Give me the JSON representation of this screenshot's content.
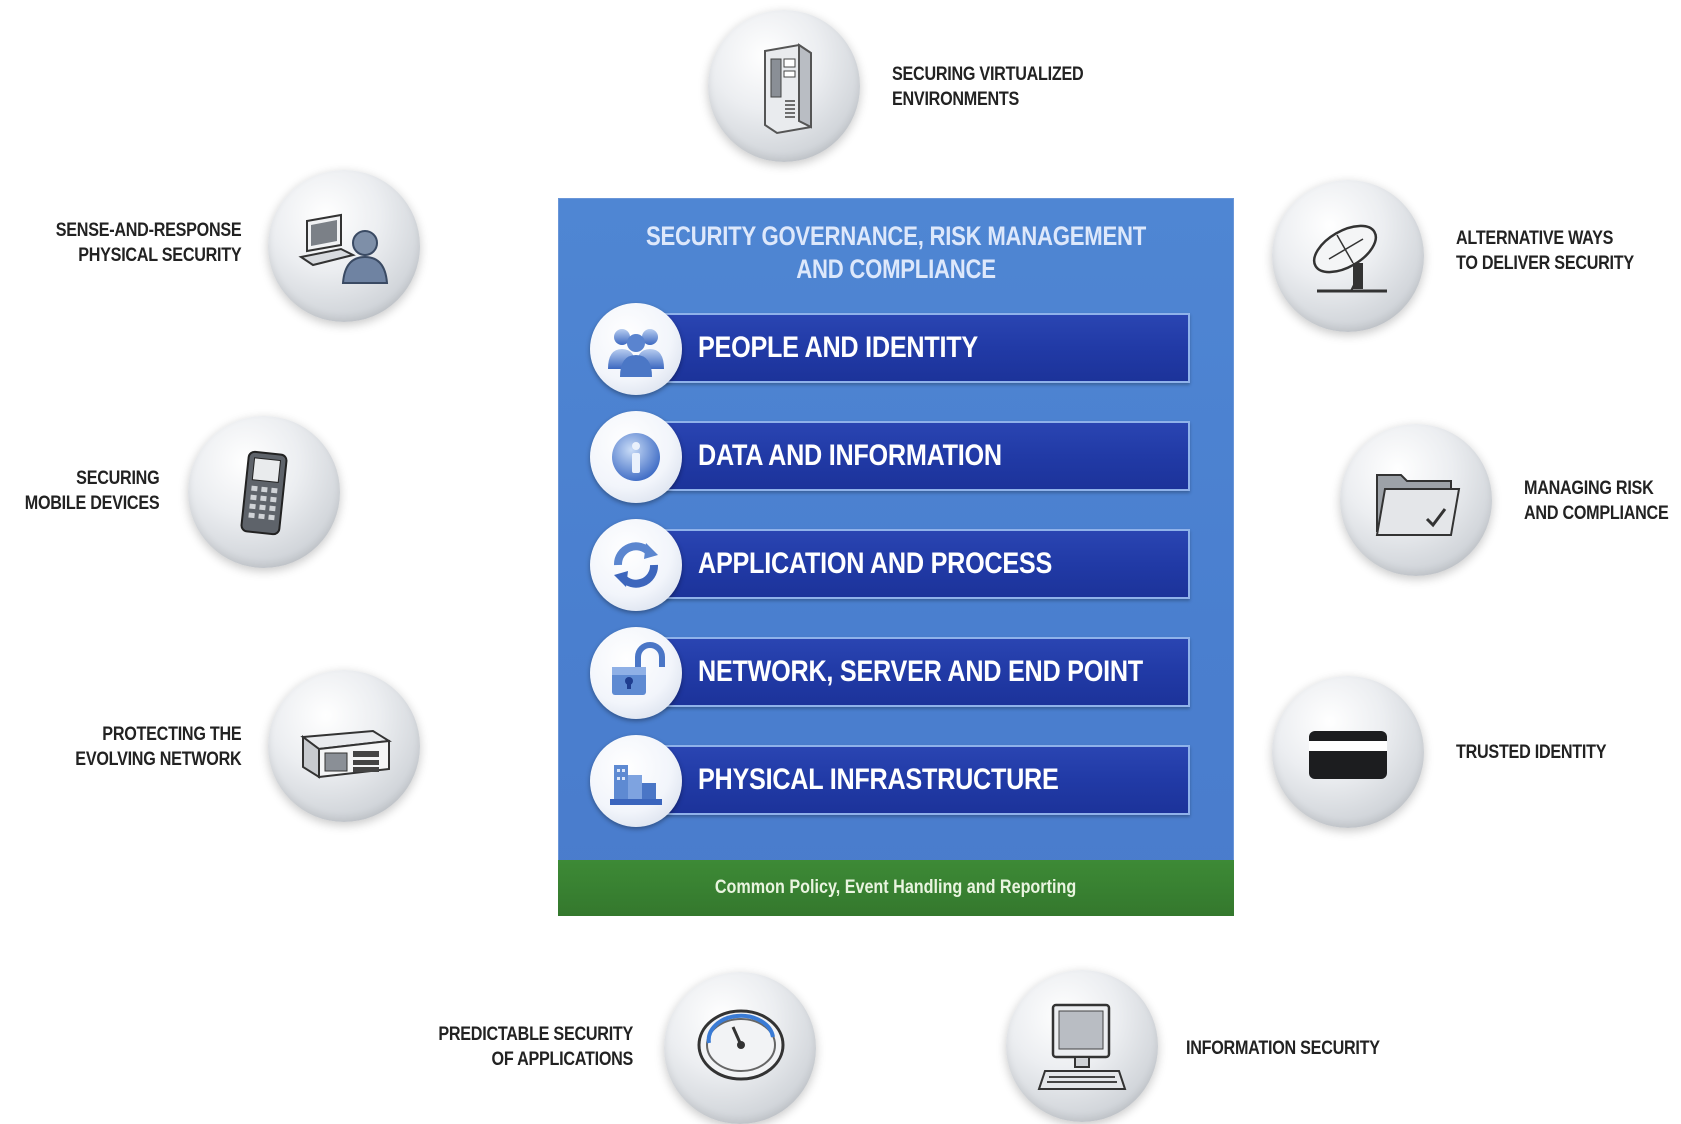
{
  "panel": {
    "title_line1": "SECURITY GOVERNANCE, RISK MANAGEMENT",
    "title_line2": "AND COMPLIANCE",
    "layers": [
      {
        "label": "PEOPLE AND IDENTITY",
        "icon": "people-icon"
      },
      {
        "label": "DATA AND INFORMATION",
        "icon": "info-icon"
      },
      {
        "label": "APPLICATION AND PROCESS",
        "icon": "cycle-arrows-icon"
      },
      {
        "label": "NETWORK, SERVER AND END POINT",
        "icon": "padlock-icon"
      },
      {
        "label": "PHYSICAL INFRASTRUCTURE",
        "icon": "buildings-icon"
      }
    ],
    "footer": "Common Policy, Event Handling and Reporting"
  },
  "nodes": {
    "virtualized": {
      "line1": "SECURING VIRTUALIZED",
      "line2": "ENVIRONMENTS",
      "icon": "server-tower-icon"
    },
    "sense_response": {
      "line1": "SENSE-AND-RESPONSE",
      "line2": "PHYSICAL SECURITY",
      "icon": "computer-user-icon"
    },
    "alternative": {
      "line1": "ALTERNATIVE WAYS",
      "line2": "TO DELIVER SECURITY",
      "icon": "satellite-dish-icon"
    },
    "mobile": {
      "line1": "SECURING",
      "line2": "MOBILE DEVICES",
      "icon": "mobile-phone-icon"
    },
    "risk": {
      "line1": "MANAGING RISK",
      "line2": "AND COMPLIANCE",
      "icon": "folder-check-icon"
    },
    "network": {
      "line1": "PROTECTING THE",
      "line2": "EVOLVING NETWORK",
      "icon": "network-appliance-icon"
    },
    "trusted": {
      "line1": "TRUSTED IDENTITY",
      "icon": "id-card-icon"
    },
    "applications": {
      "line1": "PREDICTABLE SECURITY",
      "line2": "OF APPLICATIONS",
      "icon": "gauge-icon"
    },
    "infosec": {
      "line1": "INFORMATION SECURITY",
      "icon": "desktop-computer-icon"
    }
  },
  "colors": {
    "panel_blue": "#4f86d3",
    "bar_blue": "#223ba8",
    "footer_green": "#3a8433"
  }
}
